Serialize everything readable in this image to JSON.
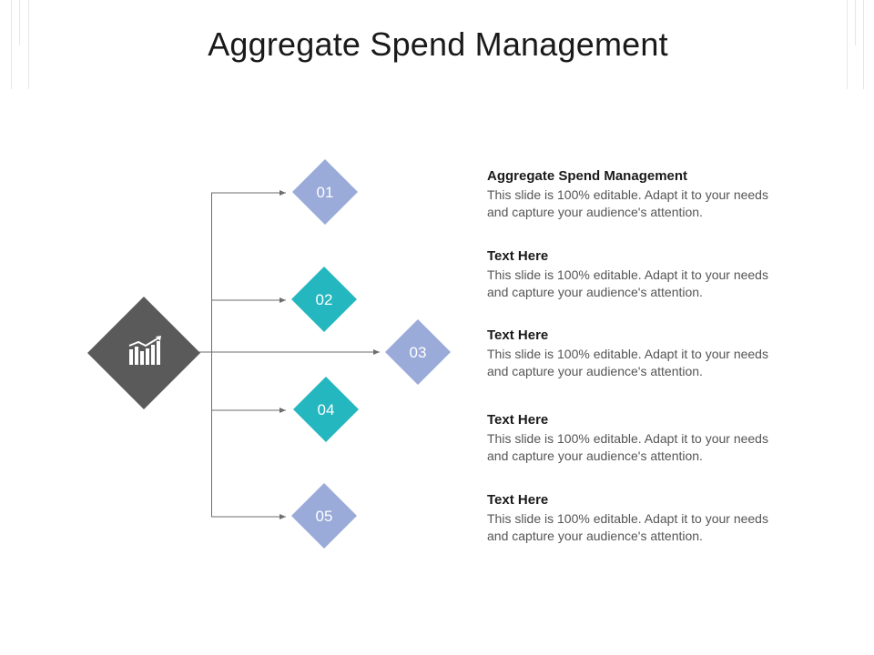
{
  "slide": {
    "title": "Aggregate Spend Management"
  },
  "center": {
    "icon": "bar-chart-growth-icon",
    "color": "#5a5a5a"
  },
  "nodes": [
    {
      "label": "01",
      "color": "#9aaad9"
    },
    {
      "label": "02",
      "color": "#25b7bf"
    },
    {
      "label": "03",
      "color": "#9aaad9"
    },
    {
      "label": "04",
      "color": "#25b7bf"
    },
    {
      "label": "05",
      "color": "#9aaad9"
    }
  ],
  "items": [
    {
      "heading": "Aggregate Spend Management",
      "body": "This slide is 100% editable. Adapt it to your needs and capture your audience's attention."
    },
    {
      "heading": "Text Here",
      "body": "This slide is 100% editable. Adapt it to your needs and capture your audience's attention."
    },
    {
      "heading": "Text Here",
      "body": "This slide is 100% editable. Adapt it to your needs and capture your audience's attention."
    },
    {
      "heading": "Text Here",
      "body": "This slide is 100% editable. Adapt it to your needs and capture your audience's attention."
    },
    {
      "heading": "Text Here",
      "body": "This slide is 100% editable. Adapt it to your needs and capture your audience's attention."
    }
  ],
  "colors": {
    "connector": "#6e6e6e",
    "title": "#1a1a1a",
    "body_text": "#555555"
  }
}
